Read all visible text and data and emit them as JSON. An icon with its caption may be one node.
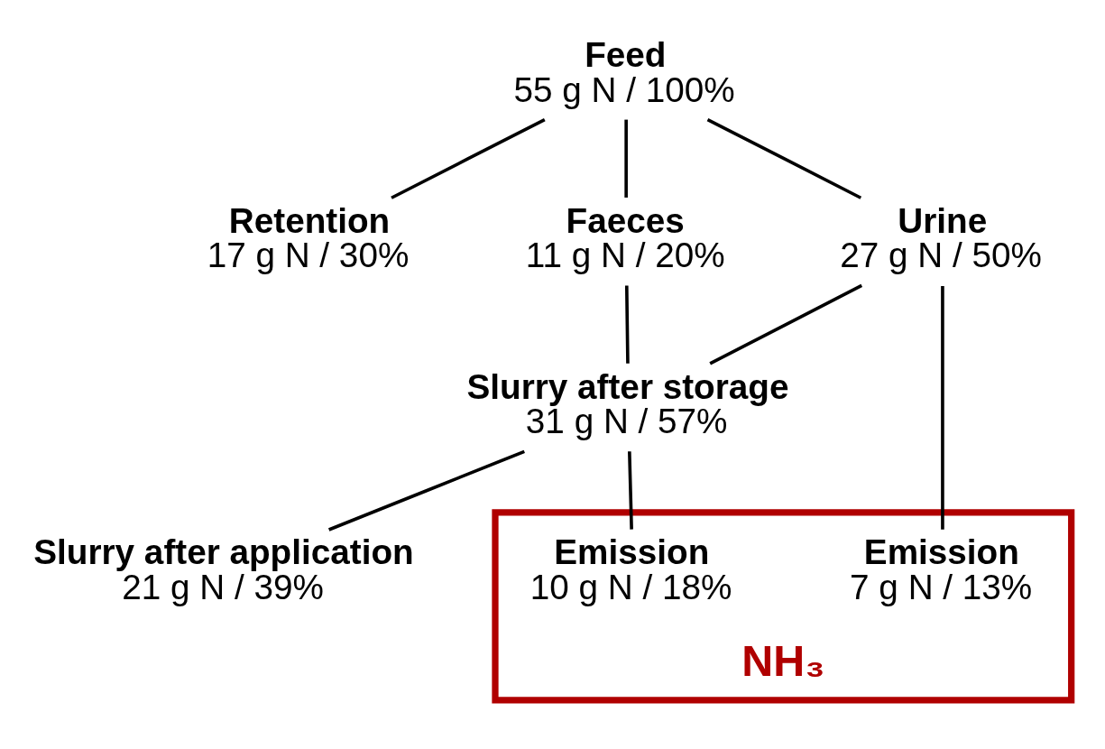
{
  "diagram": {
    "nodes": [
      {
        "text": [
          "Feed",
          "55 g N / 100%"
        ]
      },
      {
        "text": [
          "Retention",
          "17 g N / 30%"
        ]
      },
      {
        "text": [
          "Faeces",
          "11 g N / 20%"
        ]
      },
      {
        "text": [
          "Urine",
          "27 g N / 50%"
        ]
      },
      {
        "text": [
          "NH₃"
        ]
      },
      {
        "text": [
          "Emission",
          "7 g N / 13%"
        ],
        "in": 4
      },
      {
        "text": [
          "Slurry after storage",
          "31 g N / 57%"
        ]
      },
      {
        "text": [
          "Emission",
          "10 g N / 18%"
        ],
        "in": 4
      },
      {
        "text": [
          "Slurry after application",
          "21 g N / 39%"
        ]
      }
    ],
    "edges": [
      {
        "from": 0,
        "to": 1,
        "arrow": "none"
      },
      {
        "from": 0,
        "to": 2,
        "arrow": "none"
      },
      {
        "from": 0,
        "to": 3,
        "arrow": "none"
      },
      {
        "from": 2,
        "to": 6,
        "arrow": "none"
      },
      {
        "from": 3,
        "to": 6,
        "arrow": "none"
      },
      {
        "from": 3,
        "to": 5,
        "arrow": "none"
      },
      {
        "from": 6,
        "to": 7,
        "arrow": "none"
      },
      {
        "from": 6,
        "to": 8,
        "arrow": "none"
      }
    ]
  }
}
